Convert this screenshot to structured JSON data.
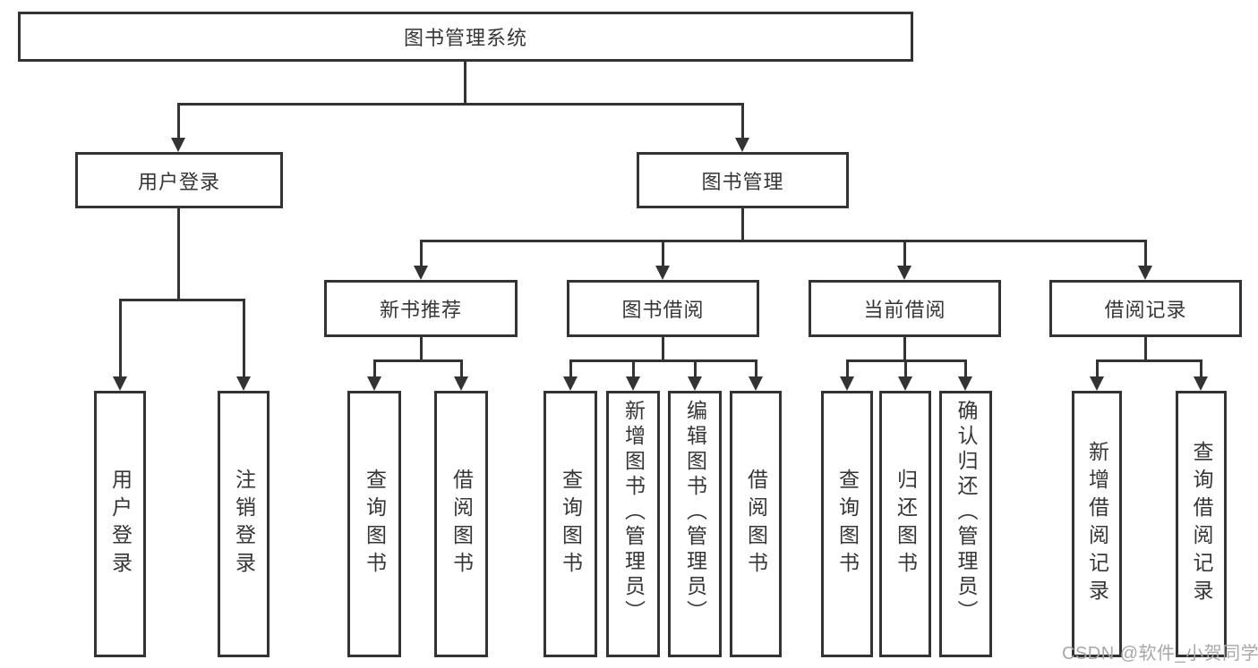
{
  "diagram": {
    "title": "图书管理系统",
    "root": {
      "label": "图书管理系统"
    },
    "level2": [
      {
        "label": "用户登录"
      },
      {
        "label": "图书管理"
      }
    ],
    "level3": [
      {
        "label": "新书推荐"
      },
      {
        "label": "图书借阅"
      },
      {
        "label": "当前借阅"
      },
      {
        "label": "借阅记录"
      }
    ],
    "leaves": {
      "user": [
        "用户登录",
        "注销登录"
      ],
      "newbook": [
        "查询图书",
        "借阅图书"
      ],
      "borrow": [
        "查询图书",
        "新增图书（管理员）",
        "编辑图书（管理员）",
        "借阅图书"
      ],
      "current": [
        "查询图书",
        "归还图书",
        "确认归还（管理员）"
      ],
      "records": [
        "新增借阅记录",
        "查询借阅记录"
      ]
    }
  },
  "watermark": {
    "text": "CSDN @软件_小贺同学"
  },
  "colors": {
    "line": "#333333",
    "text": "#363636",
    "background": "#ffffff",
    "watermark": "#a8a8a8"
  }
}
